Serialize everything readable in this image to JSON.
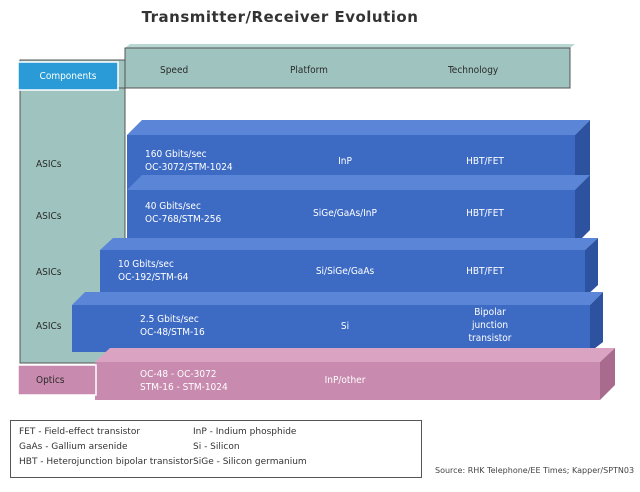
{
  "title": "Transmitter/Receiver Evolution",
  "header": {
    "components": "Components",
    "speed": "Speed",
    "platform": "Platform",
    "technology": "Technology"
  },
  "side_labels": [
    "ASICs",
    "ASICs",
    "ASICs",
    "ASICs",
    "Optics"
  ],
  "layers": [
    {
      "speed": [
        "160 Gbits/sec",
        "OC-3072/STM-1024"
      ],
      "platform": "InP",
      "technology": [
        "HBT/FET"
      ]
    },
    {
      "speed": [
        "40 Gbits/sec",
        "OC-768/STM-256"
      ],
      "platform": "SiGe/GaAs/InP",
      "technology": [
        "HBT/FET"
      ]
    },
    {
      "speed": [
        "10 Gbits/sec",
        "OC-192/STM-64"
      ],
      "platform": "Si/SiGe/GaAs",
      "technology": [
        "HBT/FET"
      ]
    },
    {
      "speed": [
        "2.5 Gbits/sec",
        "OC-48/STM-16"
      ],
      "platform": "Si",
      "technology": [
        "Bipolar",
        "junction",
        "transistor"
      ]
    },
    {
      "speed": [
        "OC-48 - OC-3072",
        "STM-16 - STM-1024"
      ],
      "platform": "InP/other",
      "technology": []
    }
  ],
  "legend": {
    "left": [
      "FET - Field-effect transistor",
      "GaAs - Gallium arsenide",
      "HBT - Heterojunction bipolar transistor"
    ],
    "right": [
      "InP - Indium phosphide",
      "Si - Silicon",
      "SiGe - Silicon germanium"
    ]
  },
  "source": "Source: RHK Telephone/EE Times; Kapper/SPTN03",
  "colors": {
    "blue_front": "#3d6bc4",
    "blue_top": "#5b86d8",
    "blue_side": "#2c52a0",
    "teal": "#9fc4c0",
    "teal_dark": "#7aa39f",
    "pink": "#c88aae",
    "pink_top": "#dba3c2",
    "pink_side": "#a86b8e",
    "components_box": "#2a9bd6"
  }
}
